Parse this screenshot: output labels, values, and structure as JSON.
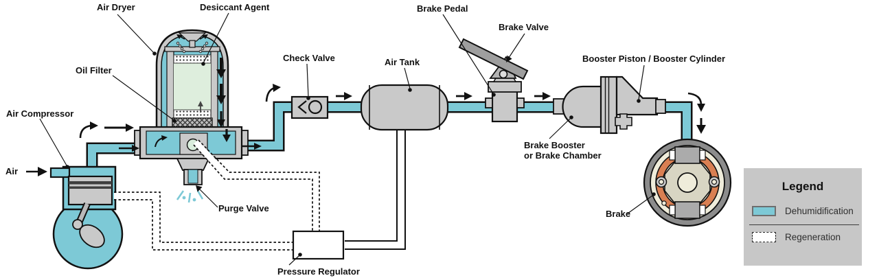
{
  "diagram": {
    "title_implicit": "Air brake system with air dryer",
    "labels": {
      "air": "Air",
      "air_compressor": "Air Compressor",
      "air_dryer": "Air Dryer",
      "desiccant_agent": "Desiccant Agent",
      "oil_filter": "Oil Filter",
      "purge_valve": "Purge Valve",
      "check_valve": "Check Valve",
      "air_tank": "Air Tank",
      "brake_pedal": "Brake Pedal",
      "brake_valve": "Brake Valve",
      "booster": "Booster Piston / Booster Cylinder",
      "brake_booster_line1": "Brake Booster",
      "brake_booster_line2": "or Brake Chamber",
      "brake": "Brake",
      "pressure_regulator": "Pressure Regulator"
    },
    "legend": {
      "title": "Legend",
      "items": [
        {
          "label": "Dehumidification",
          "swatch": "solid-teal",
          "color": "#7DC9D6"
        },
        {
          "label": "Regeneration",
          "swatch": "dashed-white",
          "color": "#FFFFFF"
        }
      ]
    },
    "colors": {
      "pipe_teal": "#7DC9D6",
      "component_gray": "#C9C9C9",
      "dark_gray": "#9E9E9E",
      "desiccant_green": "#DEEEDD",
      "purge_circle_green": "#D9EDDC",
      "brake_shoe_orange": "#D97F52",
      "drum_cream": "#EFECDA",
      "drum_plate": "#D8D5C3",
      "legend_bg": "#C7C7C7",
      "line_black": "#111111"
    }
  }
}
